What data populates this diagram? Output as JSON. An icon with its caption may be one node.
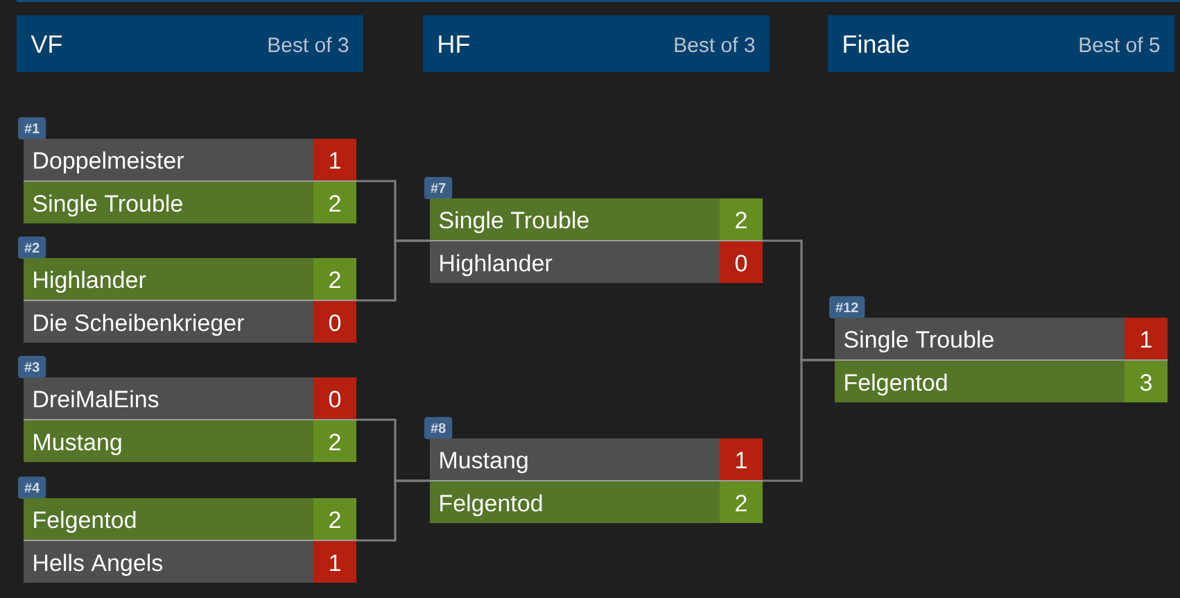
{
  "diagram": {
    "nodes": [
      {
        "text": [
          "VF",
          "Best of 3"
        ]
      },
      {
        "text": [
          "HF",
          "Best of 3"
        ]
      },
      {
        "text": [
          "Finale",
          "Best of 5"
        ]
      },
      {
        "text": [
          "#1"
        ]
      },
      {
        "text": [
          "Doppelmeister",
          "1"
        ],
        "in": 3
      },
      {
        "text": [
          "Single Trouble",
          "2"
        ],
        "in": 3
      },
      {
        "text": [
          "#2"
        ]
      },
      {
        "text": [
          "Highlander",
          "2"
        ],
        "in": 6
      },
      {
        "text": [
          "Die Scheibenkrieger",
          "0"
        ],
        "in": 6
      },
      {
        "text": [
          "#3"
        ]
      },
      {
        "text": [
          "DreiMalEins",
          "0"
        ],
        "in": 9
      },
      {
        "text": [
          "Mustang",
          "2"
        ],
        "in": 9
      },
      {
        "text": [
          "#4"
        ]
      },
      {
        "text": [
          "Felgentod",
          "2"
        ],
        "in": 12
      },
      {
        "text": [
          "Hells Angels",
          "1"
        ],
        "in": 12
      },
      {
        "text": [
          "#7"
        ]
      },
      {
        "text": [
          "Single Trouble",
          "2"
        ],
        "in": 15
      },
      {
        "text": [
          "Highlander",
          "0"
        ],
        "in": 15
      },
      {
        "text": [
          "#8"
        ]
      },
      {
        "text": [
          "Mustang",
          "1"
        ],
        "in": 18
      },
      {
        "text": [
          "Felgentod",
          "2"
        ],
        "in": 18
      },
      {
        "text": [
          "#12"
        ]
      },
      {
        "text": [
          "Single Trouble",
          "1"
        ],
        "in": 21
      },
      {
        "text": [
          "Felgentod",
          "3"
        ],
        "in": 21
      }
    ],
    "edges": [
      {
        "from": 3,
        "to": 15,
        "arrow": "none"
      },
      {
        "from": 6,
        "to": 15,
        "arrow": "none"
      },
      {
        "from": 9,
        "to": 18,
        "arrow": "none"
      },
      {
        "from": 12,
        "to": 18,
        "arrow": "none"
      },
      {
        "from": 15,
        "to": 21,
        "arrow": "none"
      },
      {
        "from": 18,
        "to": 21,
        "arrow": "none"
      }
    ]
  }
}
